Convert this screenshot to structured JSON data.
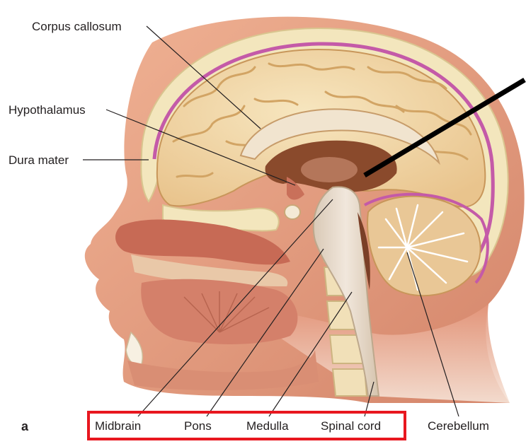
{
  "figure": {
    "panel_letter": "a",
    "labels": {
      "corpus_callosum": "Corpus callosum",
      "hypothalamus": "Hypothalamus",
      "dura_mater": "Dura mater",
      "midbrain": "Midbrain",
      "pons": "Pons",
      "medulla": "Medulla",
      "spinal_cord": "Spinal cord",
      "cerebellum": "Cerebellum"
    },
    "highlight_box_color": "#e8171f",
    "pointer_color": "#000000",
    "palette": {
      "skin": "#e8a383",
      "skin_dark": "#c9705a",
      "skull": "#f3e6bd",
      "dura": "#c45aa8",
      "brain": "#f2d9a8",
      "brain_fold": "#d8ae72",
      "brainstem": "#e9dccd",
      "ventricle": "#8a4a2c",
      "cerebellum": "#e9c796",
      "tissue": "#c76a55"
    }
  }
}
